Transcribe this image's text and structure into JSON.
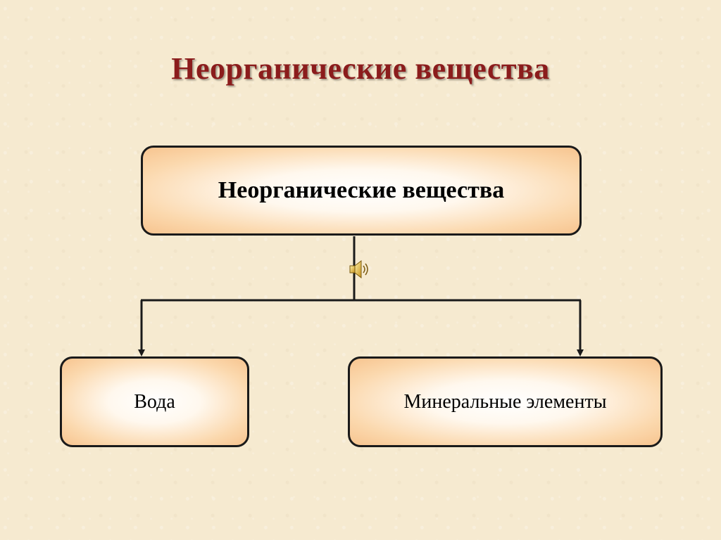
{
  "slide": {
    "title": "Неорганические вещества"
  },
  "diagram": {
    "root": {
      "label": "Неорганические вещества"
    },
    "children": [
      {
        "label": "Вода"
      },
      {
        "label": "Минеральные элементы"
      }
    ]
  },
  "icons": {
    "sound": "speaker-icon"
  },
  "colors": {
    "title": "#8b1c1c",
    "box_fill_center": "#ffffff",
    "box_fill_edge": "#f7c48f",
    "border": "#1a1a1a",
    "background": "#f6ead0"
  }
}
